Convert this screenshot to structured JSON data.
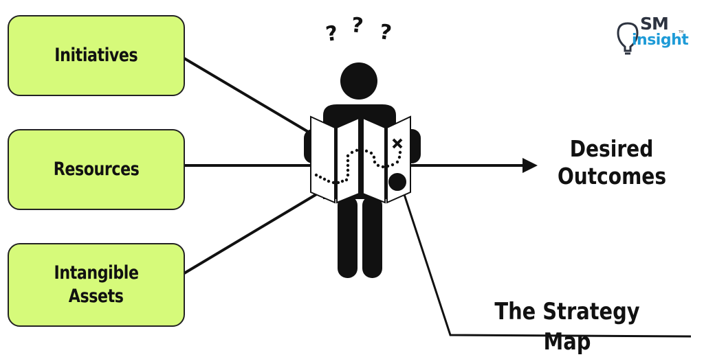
{
  "diagram": {
    "inputs": [
      {
        "label": "Initiatives"
      },
      {
        "label": "Resources"
      },
      {
        "label": "Intangible Assets",
        "lines": [
          "Intangible",
          "Assets"
        ]
      }
    ],
    "figure": {
      "thought_marks": [
        "?",
        "?",
        "?"
      ]
    },
    "output": {
      "lines": [
        "Desired",
        "Outcomes"
      ]
    },
    "callout": {
      "label": "The Strategy Map"
    },
    "colors": {
      "box_fill": "#d6fa7a",
      "stroke": "#111111",
      "logo_dark": "#2d3340",
      "logo_blue": "#1e9bd7"
    }
  },
  "logo": {
    "top": "SM",
    "bottom": "insight",
    "tm": "TM"
  }
}
